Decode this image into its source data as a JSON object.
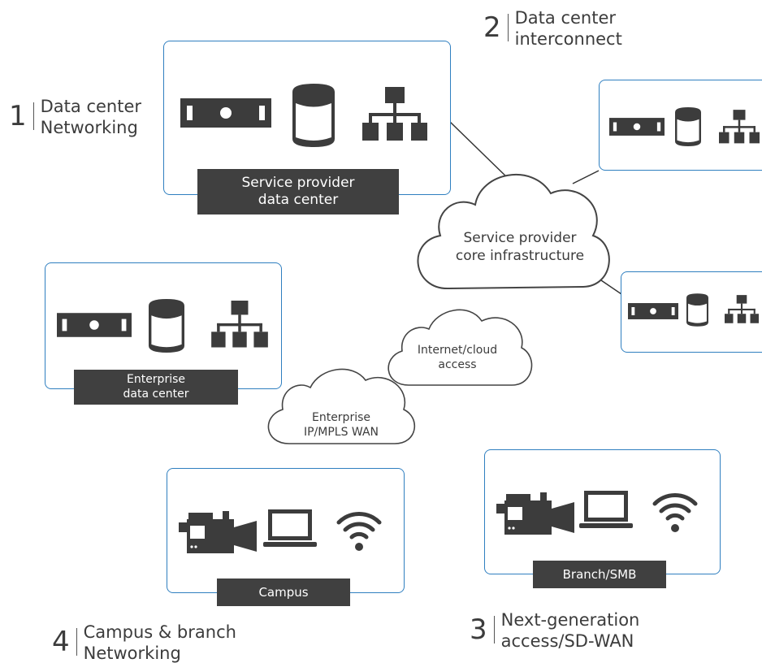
{
  "captions": [
    {
      "number": "1",
      "line1": "Data center",
      "line2": "Networking"
    },
    {
      "number": "2",
      "line1": "Data center",
      "line2": "interconnect"
    },
    {
      "number": "3",
      "line1": "Next-generation",
      "line2": "access/SD-WAN"
    },
    {
      "number": "4",
      "line1": "Campus & branch",
      "line2": "Networking"
    }
  ],
  "boxes": {
    "service_provider_dc": {
      "line1": "Service provider",
      "line2": "data center"
    },
    "enterprise_dc": {
      "line1": "Enterprise",
      "line2": "data center"
    },
    "campus": {
      "label": "Campus"
    },
    "branch": {
      "label": "Branch/SMB"
    }
  },
  "clouds": {
    "core": {
      "line1": "Service provider",
      "line2": "core infrastructure"
    },
    "internet": {
      "line1": "Internet/cloud",
      "line2": "access"
    },
    "wan": {
      "line1": "Enterprise",
      "line2": "IP/MPLS WAN"
    }
  },
  "icons": [
    "switch-icon",
    "storage-icon",
    "network-topology-icon",
    "video-camera-icon",
    "laptop-icon",
    "wifi-icon"
  ],
  "colors": {
    "box_border": "#2f7fc0",
    "label_bg": "#404040",
    "icon_fill": "#3c3c3c"
  }
}
